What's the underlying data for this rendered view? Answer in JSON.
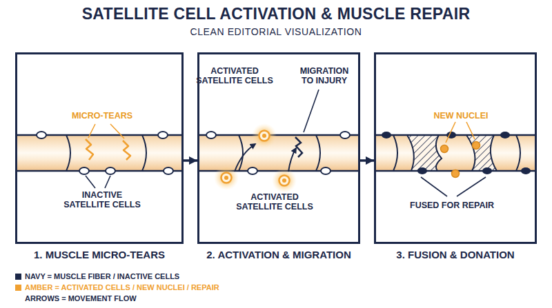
{
  "diagram": {
    "title": "SATELLITE CELL ACTIVATION & MUSCLE REPAIR",
    "nodes": [
      {
        "text": [
          "1. MUSCLE MICRO-TEARS"
        ]
      },
      {
        "text": [
          "2. ACTIVATION & MIGRATION"
        ]
      },
      {
        "text": [
          "3. FUSION & DONATION"
        ]
      }
    ],
    "edges": [
      {
        "from": 0,
        "to": 1,
        "arrow": "to"
      },
      {
        "from": 1,
        "to": 2,
        "arrow": "to"
      }
    ],
    "labels": [
      "CLEAN EDITORIAL VISUALIZATION",
      "MICRO-TEARS",
      "INACTIVE SATELLITE CELLS",
      "ACTIVATED SATELLITE CELLS",
      "MIGRATION TO INJURY",
      "ACTIVATED SATELLITE CELLS",
      "NEW NUCLEI",
      "FUSED FOR REPAIR"
    ],
    "legend": [
      {
        "text": "NAVY = MUSCLE FIBER / INACTIVE CELLS",
        "color": "#1b2748"
      },
      {
        "text": "AMBER = ACTIVATED CELLS / NEW NUCLEI / REPAIR",
        "color": "#f0a030"
      },
      {
        "text": "ARROWS = MOVEMENT FLOW"
      }
    ]
  }
}
